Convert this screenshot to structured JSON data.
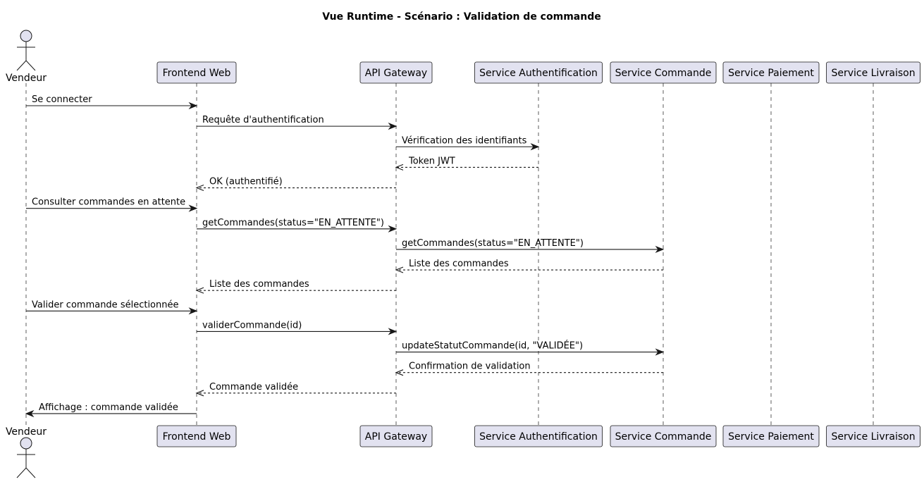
{
  "title": "Vue Runtime - Scénario : Validation de commande",
  "participants": [
    {
      "id": "vendeur",
      "label": "Vendeur",
      "kind": "actor"
    },
    {
      "id": "frontend",
      "label": "Frontend Web",
      "kind": "participant"
    },
    {
      "id": "gateway",
      "label": "API Gateway",
      "kind": "participant"
    },
    {
      "id": "auth",
      "label": "Service Authentification",
      "kind": "participant"
    },
    {
      "id": "commande",
      "label": "Service Commande",
      "kind": "participant"
    },
    {
      "id": "paiement",
      "label": "Service Paiement",
      "kind": "participant"
    },
    {
      "id": "livraison",
      "label": "Service Livraison",
      "kind": "participant"
    }
  ],
  "messages": [
    {
      "from": "vendeur",
      "to": "frontend",
      "label": "Se connecter",
      "style": "sync"
    },
    {
      "from": "frontend",
      "to": "gateway",
      "label": "Requête d'authentification",
      "style": "sync"
    },
    {
      "from": "gateway",
      "to": "auth",
      "label": "Vérification des identifiants",
      "style": "sync"
    },
    {
      "from": "auth",
      "to": "gateway",
      "label": "Token JWT",
      "style": "reply"
    },
    {
      "from": "gateway",
      "to": "frontend",
      "label": "OK (authentifié)",
      "style": "reply"
    },
    {
      "from": "vendeur",
      "to": "frontend",
      "label": "Consulter commandes en attente",
      "style": "sync"
    },
    {
      "from": "frontend",
      "to": "gateway",
      "label": "getCommandes(status=\"EN_ATTENTE\")",
      "style": "sync"
    },
    {
      "from": "gateway",
      "to": "commande",
      "label": "getCommandes(status=\"EN_ATTENTE\")",
      "style": "sync"
    },
    {
      "from": "commande",
      "to": "gateway",
      "label": "Liste des commandes",
      "style": "reply"
    },
    {
      "from": "gateway",
      "to": "frontend",
      "label": "Liste des commandes",
      "style": "reply"
    },
    {
      "from": "vendeur",
      "to": "frontend",
      "label": "Valider commande sélectionnée",
      "style": "sync"
    },
    {
      "from": "frontend",
      "to": "gateway",
      "label": "validerCommande(id)",
      "style": "sync"
    },
    {
      "from": "gateway",
      "to": "commande",
      "label": "updateStatutCommande(id, \"VALIDÉE\")",
      "style": "sync"
    },
    {
      "from": "commande",
      "to": "gateway",
      "label": "Confirmation de validation",
      "style": "reply"
    },
    {
      "from": "gateway",
      "to": "frontend",
      "label": "Commande validée",
      "style": "reply"
    },
    {
      "from": "frontend",
      "to": "vendeur",
      "label": "Affichage : commande validée",
      "style": "sync"
    }
  ]
}
